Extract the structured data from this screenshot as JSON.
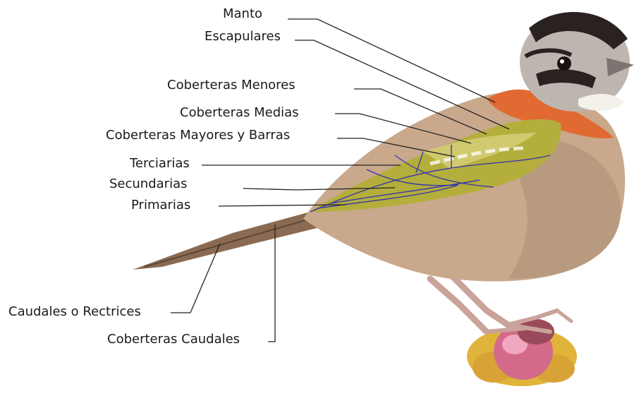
{
  "labels": {
    "manto": "Manto",
    "escapulares": "Escapulares",
    "coberteras_menores": "Coberteras Menores",
    "coberteras_medias": "Coberteras Medias",
    "coberteras_mayores": "Coberteras Mayores y Barras",
    "terciarias": "Terciarias",
    "secundarias": "Secundarias",
    "primarias": "Primarias",
    "caudales": "Caudales o Rectrices",
    "coberteras_caudales": "Coberteras Caudales"
  },
  "colors": {
    "leader": "#222222",
    "wing_feather_outline": "#3a3aa8",
    "wing": "#b4ae3c",
    "wing_light": "#d8d07a",
    "body": "#c9a88c",
    "breast": "#b89a7e",
    "nape_collar": "#e06a32",
    "head_grey": "#bdb6b0",
    "head_stripe": "#2a2220",
    "tail": "#8a6a52",
    "legs": "#c9a39a",
    "flower": "#d46a8a",
    "flower_petals": "#e0b43a"
  }
}
